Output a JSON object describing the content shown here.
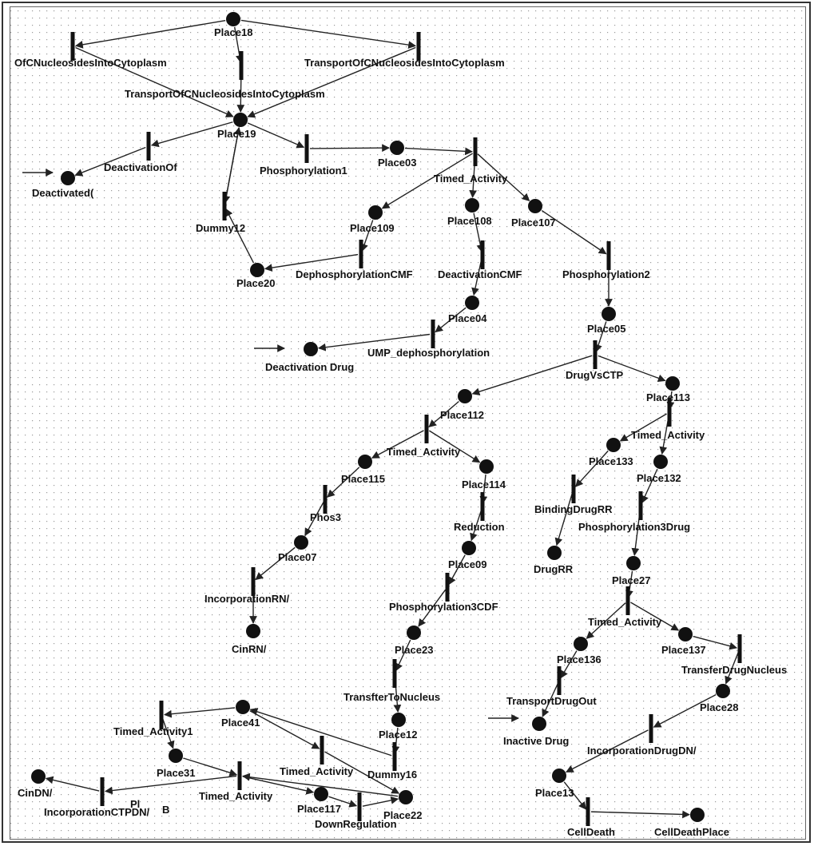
{
  "places": [
    {
      "id": "p18",
      "label": "Place18"
    },
    {
      "id": "p19",
      "label": "Place19"
    },
    {
      "id": "deact",
      "label": "Deactivated("
    },
    {
      "id": "p03",
      "label": "Place03"
    },
    {
      "id": "p109",
      "label": "Place109"
    },
    {
      "id": "p108",
      "label": "Place108"
    },
    {
      "id": "p107",
      "label": "Place107"
    },
    {
      "id": "p20",
      "label": "Place20"
    },
    {
      "id": "p04",
      "label": "Place04"
    },
    {
      "id": "ddrug",
      "label": "Deactivation Drug"
    },
    {
      "id": "p05",
      "label": "Place05"
    },
    {
      "id": "p112",
      "label": "Place112"
    },
    {
      "id": "p113",
      "label": "Place113"
    },
    {
      "id": "p115",
      "label": "Place115"
    },
    {
      "id": "p114",
      "label": "Place114"
    },
    {
      "id": "p133",
      "label": "Place133"
    },
    {
      "id": "p132",
      "label": "Place132"
    },
    {
      "id": "p07",
      "label": "Place07"
    },
    {
      "id": "p09",
      "label": "Place09"
    },
    {
      "id": "drugrr",
      "label": "DrugRR"
    },
    {
      "id": "p27",
      "label": "Place27"
    },
    {
      "id": "cinrna",
      "label": "CinRN/"
    },
    {
      "id": "p23",
      "label": "Place23"
    },
    {
      "id": "p136",
      "label": "Place136"
    },
    {
      "id": "p137",
      "label": "Place137"
    },
    {
      "id": "p41",
      "label": "Place41"
    },
    {
      "id": "p12",
      "label": "Place12"
    },
    {
      "id": "p28",
      "label": "Place28"
    },
    {
      "id": "inactive",
      "label": "Inactive Drug"
    },
    {
      "id": "p31",
      "label": "Place31"
    },
    {
      "id": "cindna",
      "label": "CinDN/"
    },
    {
      "id": "p117",
      "label": "Place117"
    },
    {
      "id": "p22",
      "label": "Place22"
    },
    {
      "id": "p13",
      "label": "Place13"
    },
    {
      "id": "cdp",
      "label": "CellDeathPlace"
    },
    {
      "id": "pext",
      "label": "..."
    }
  ],
  "transitions": [
    {
      "id": "tL",
      "label": "OfCNucleosidesIntoCytoplasm"
    },
    {
      "id": "tR",
      "label": "TransportOfCNucleosidesIntoCytoplasm"
    },
    {
      "id": "tM",
      "label": "TransportOfCNucleosidesIntoCytoplasm"
    },
    {
      "id": "tDeac",
      "label": "DeactivationOf"
    },
    {
      "id": "tPh1",
      "label": "Phosphorylation1"
    },
    {
      "id": "tTA1",
      "label": "Timed_Activity"
    },
    {
      "id": "tDum12",
      "label": "Dummy12"
    },
    {
      "id": "tDephos",
      "label": "DephosphorylationCMF"
    },
    {
      "id": "tDeacCMF",
      "label": "DeactivationCMF"
    },
    {
      "id": "tPh2",
      "label": "Phosphorylation2"
    },
    {
      "id": "tUMP",
      "label": "UMP_dephosphorylation"
    },
    {
      "id": "tDrugVsCTP",
      "label": "DrugVsCTP"
    },
    {
      "id": "tTA2",
      "label": "Timed_Activity"
    },
    {
      "id": "tTA3",
      "label": "Timed_Activity"
    },
    {
      "id": "tBind",
      "label": "BindingDrugRR"
    },
    {
      "id": "tPhos3",
      "label": "Phos3"
    },
    {
      "id": "tRed",
      "label": "Reduction"
    },
    {
      "id": "tPh3Drug",
      "label": "Phosphorylation3Drug"
    },
    {
      "id": "tIncRNA",
      "label": "IncorporationRN/"
    },
    {
      "id": "tPh3CDP",
      "label": "Phosphorylation3CDF"
    },
    {
      "id": "tTA4",
      "label": "Timed_Activity"
    },
    {
      "id": "tTransNuc",
      "label": "TransfterToNucleus"
    },
    {
      "id": "tTransOut",
      "label": "TransportDrugOut"
    },
    {
      "id": "tTransDN",
      "label": "TransferDrugNucleus"
    },
    {
      "id": "tTA5",
      "label": "Timed_Activity1"
    },
    {
      "id": "tTA6",
      "label": "Timed_Activity"
    },
    {
      "id": "tDum16",
      "label": "Dummy16"
    },
    {
      "id": "tIncDrugDNA",
      "label": "IncorporationDrugDN/"
    },
    {
      "id": "tTA7",
      "label": "Timed_Activity"
    },
    {
      "id": "tIncCTP",
      "label": "IncorporationCTPDN/"
    },
    {
      "id": "tDown",
      "label": "DownRegulation"
    },
    {
      "id": "tCellDeath",
      "label": "CellDeath"
    }
  ],
  "extra_labels": [
    {
      "id": "x1",
      "label": "Pl"
    },
    {
      "id": "x2",
      "label": "B"
    }
  ]
}
